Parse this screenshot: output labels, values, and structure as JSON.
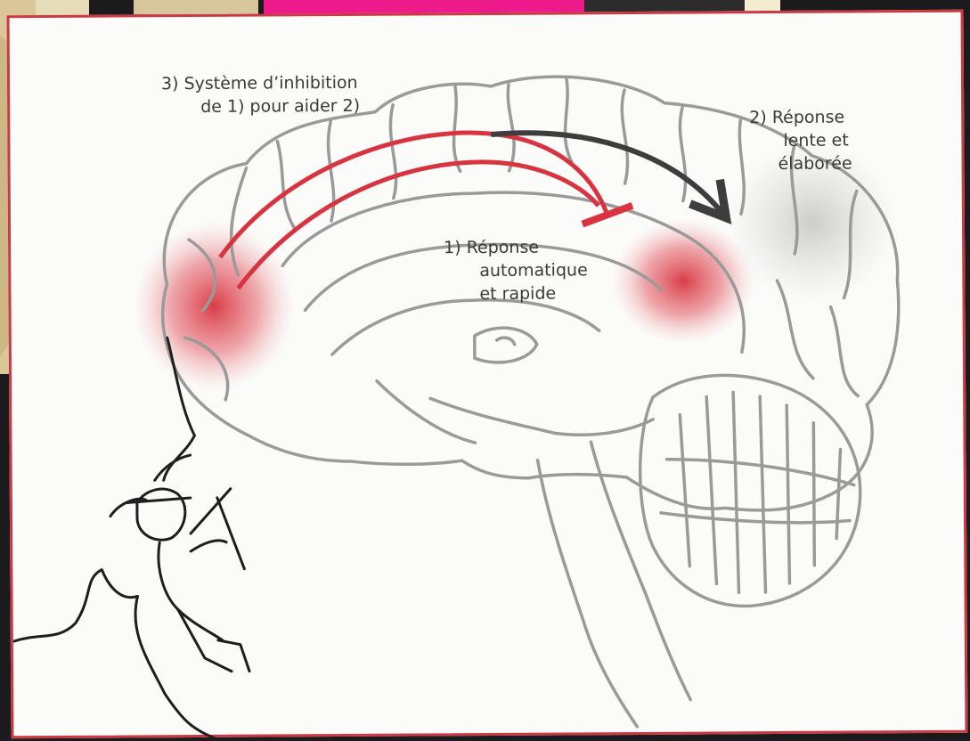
{
  "labels": {
    "inhibition": [
      "3) Système d’inhibition",
      "de 1) pour aider 2)"
    ],
    "slow": [
      "2) Réponse",
      "lente et",
      "élaborée"
    ],
    "fast": [
      "1) Réponse",
      "automatique",
      "et rapide"
    ]
  },
  "colors": {
    "accent_red": "#d8333f",
    "arrow_dark": "#3d3d3d",
    "frame": "#c93a43",
    "paper": "#fbfbf9",
    "pink_strip": "#ec1a8b"
  }
}
